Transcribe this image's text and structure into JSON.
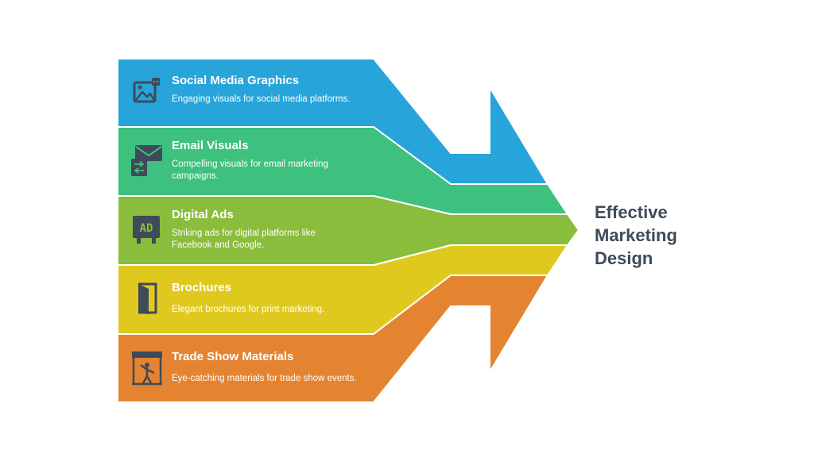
{
  "diagram": {
    "goal_label": [
      "Effective",
      "Marketing",
      "Design"
    ],
    "items": [
      {
        "title": "Social Media Graphics",
        "description": [
          "Engaging visuals for social media platforms."
        ],
        "color": "#27a4d9",
        "icon": "social-media-image-icon"
      },
      {
        "title": "Email Visuals",
        "description": [
          "Compelling visuals for email marketing",
          "campaigns."
        ],
        "color": "#3ec07e",
        "icon": "email-icon"
      },
      {
        "title": "Digital Ads",
        "description": [
          "Striking ads for digital platforms like",
          "Facebook and Google."
        ],
        "color": "#8bbd3c",
        "icon": "ad-icon"
      },
      {
        "title": "Brochures",
        "description": [
          "Elegant brochures for print marketing."
        ],
        "color": "#e0c91e",
        "icon": "brochure-icon"
      },
      {
        "title": "Trade Show Materials",
        "description": [
          "Eye-catching materials for trade show events."
        ],
        "color": "#e48431",
        "icon": "trade-show-booth-icon"
      }
    ],
    "icon_color": "#3f4a5a"
  }
}
